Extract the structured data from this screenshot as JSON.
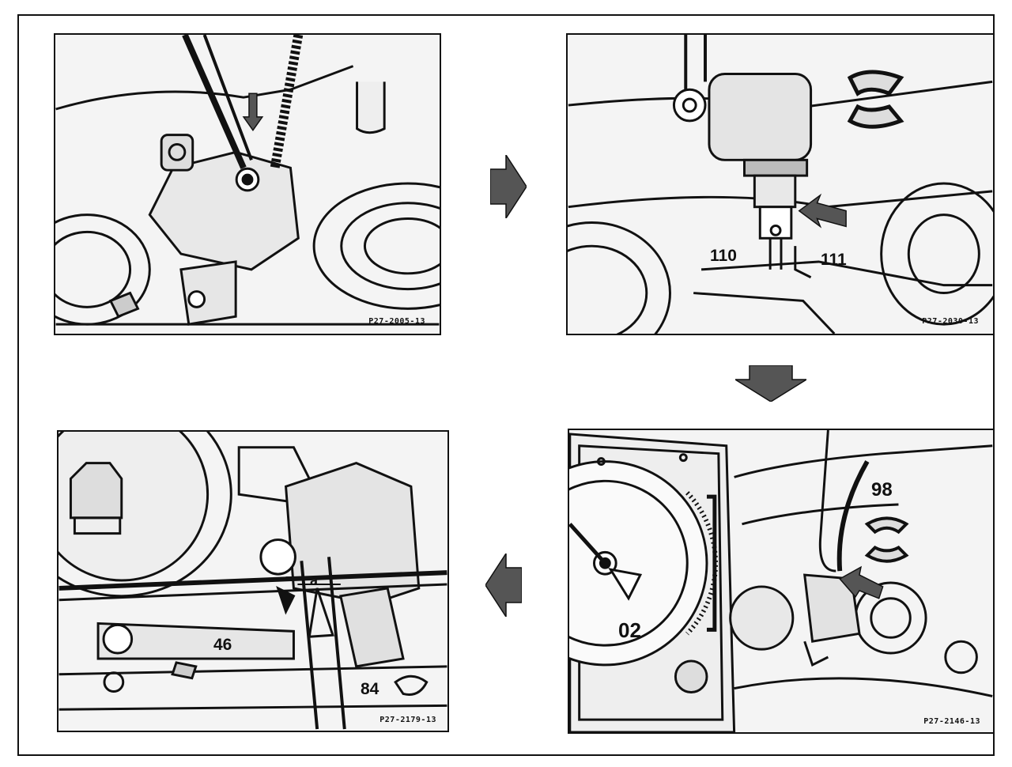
{
  "panels": {
    "p1": {
      "code": "P27-2005-13"
    },
    "p2": {
      "code": "P27-2030-13",
      "callouts": [
        "110",
        "111"
      ]
    },
    "p3": {
      "code": "P27-2146-13",
      "callouts": [
        "98",
        "02"
      ]
    },
    "p4": {
      "code": "P27-2179-13",
      "callouts": [
        "46",
        "84",
        "a"
      ]
    }
  },
  "flow_arrows": [
    "right",
    "down",
    "left"
  ],
  "colors": {
    "ink": "#111111",
    "paper": "#ffffff",
    "arrow": "#555555"
  }
}
